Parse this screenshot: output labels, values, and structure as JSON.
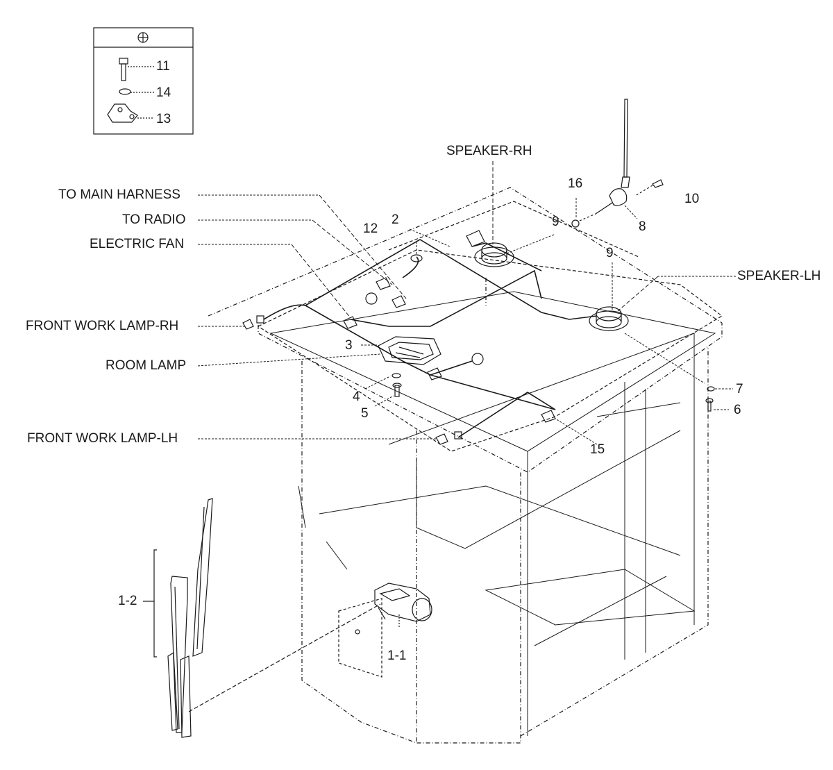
{
  "callouts": {
    "to_main_harness": "TO MAIN HARNESS",
    "to_radio": "TO RADIO",
    "electric_fan": "ELECTRIC FAN",
    "front_work_lamp_rh": "FRONT WORK LAMP-RH",
    "room_lamp": "ROOM LAMP",
    "front_work_lamp_lh": "FRONT WORK LAMP-LH",
    "speaker_rh": "SPEAKER-RH",
    "speaker_lh": "SPEAKER-LH"
  },
  "part_numbers": {
    "p11": "11",
    "p14": "14",
    "p13": "13",
    "p16": "16",
    "p10": "10",
    "p8": "8",
    "p12": "12",
    "p2": "2",
    "p9a": "9",
    "p9b": "9",
    "p3": "3",
    "p4": "4",
    "p5": "5",
    "p7": "7",
    "p6": "6",
    "p15": "15",
    "p1_2": "1-2",
    "p1_1": "1-1"
  },
  "colors": {
    "line": "#1a1a1a",
    "paper": "#ffffff"
  }
}
